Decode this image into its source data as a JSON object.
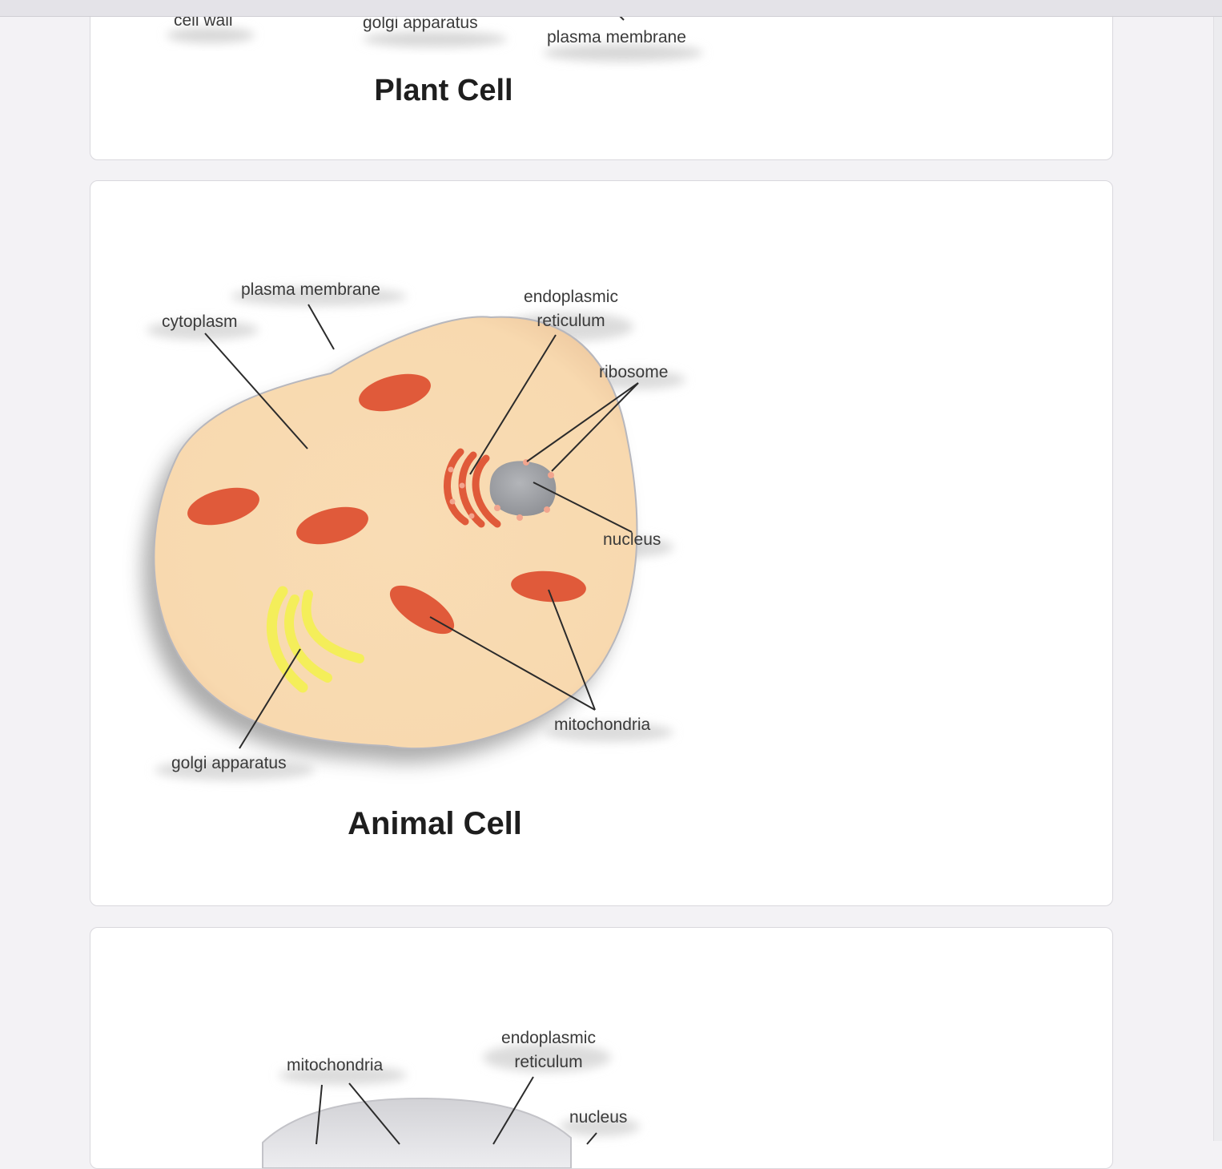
{
  "plant_card": {
    "labels": {
      "cell_wall": "cell wall",
      "golgi": "golgi apparatus",
      "plasma_membrane": "plasma membrane"
    },
    "title": "Plant Cell"
  },
  "animal_card": {
    "labels": {
      "plasma_membrane": "plasma membrane",
      "cytoplasm": "cytoplasm",
      "er_line1": "endoplasmic",
      "er_line2": "reticulum",
      "ribosome": "ribosome",
      "nucleus": "nucleus",
      "mitochondria": "mitochondria",
      "golgi": "golgi apparatus"
    },
    "title": "Animal Cell"
  },
  "third_card": {
    "labels": {
      "mitochondria": "mitochondria",
      "er_line1": "endoplasmic",
      "er_line2": "reticulum",
      "nucleus": "nucleus"
    }
  },
  "colors": {
    "page_background": "#f3f2f5",
    "cell_fill": "#f9dcb4",
    "organelle_red": "#e05a3a",
    "golgi_yellow": "#f4ee5a",
    "nucleus_gray": "#9a9ca1"
  }
}
